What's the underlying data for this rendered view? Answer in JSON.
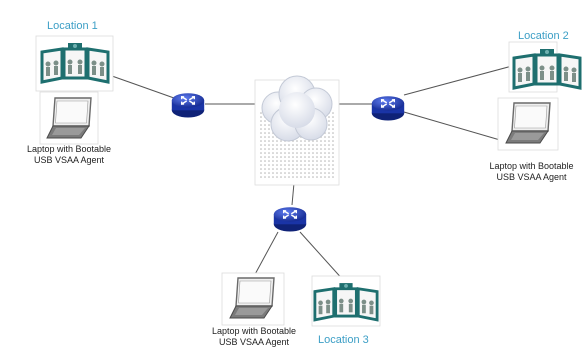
{
  "colors": {
    "location_label": "#3d9fc6",
    "router_blue": "#1f3fb8",
    "link_line": "#555555",
    "cloud": "#e9ecf3"
  },
  "icons": {
    "router": "router-icon",
    "cloud": "cloud-icon",
    "laptop": "laptop-icon",
    "video_wall": "video-wall-icon"
  },
  "locations": [
    {
      "id": "location-1",
      "label": "Location 1"
    },
    {
      "id": "location-2",
      "label": "Location 2"
    },
    {
      "id": "location-3",
      "label": "Location 3"
    }
  ],
  "laptops": [
    {
      "id": "laptop-1",
      "line1": "Laptop with Bootable",
      "line2": "USB VSAA  Agent"
    },
    {
      "id": "laptop-2",
      "line1": "Laptop with Bootable",
      "line2": "USB VSAA  Agent"
    },
    {
      "id": "laptop-3",
      "line1": "Laptop with Bootable",
      "line2": "USB VSAA  Agent"
    }
  ]
}
